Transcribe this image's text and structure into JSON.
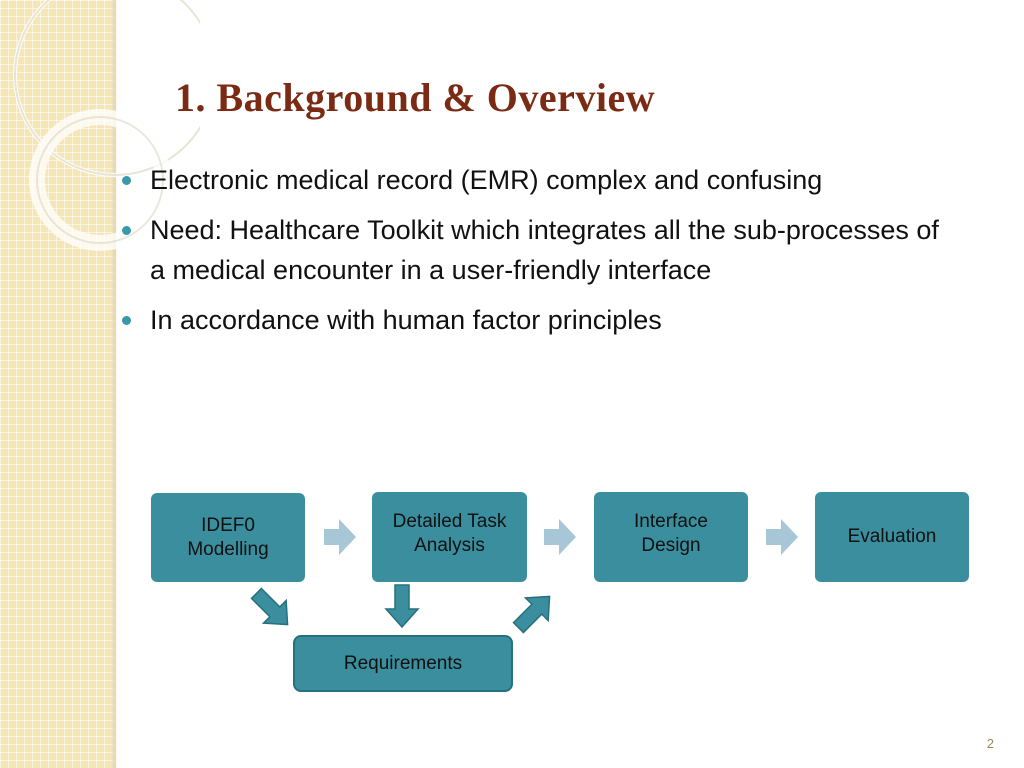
{
  "slide": {
    "title": "1. Background & Overview",
    "page_number": "2"
  },
  "bullets": [
    "Electronic medical record (EMR) complex and confusing",
    "Need: Healthcare Toolkit which integrates all the sub-processes of a medical encounter in a user-friendly interface",
    "In accordance with human factor principles"
  ],
  "diagram": {
    "steps": [
      {
        "line1": "IDEF0",
        "line2": "Modelling"
      },
      {
        "line1": "Detailed Task",
        "line2": "Analysis"
      },
      {
        "line1": "Interface",
        "line2": "Design"
      },
      {
        "line1": "Evaluation",
        "line2": ""
      }
    ],
    "requirements": "Requirements"
  },
  "colors": {
    "title": "#7b2a14",
    "box": "#3a8e9e",
    "bullet": "#3a98aa",
    "arrow_light": "#a7c7d6"
  }
}
